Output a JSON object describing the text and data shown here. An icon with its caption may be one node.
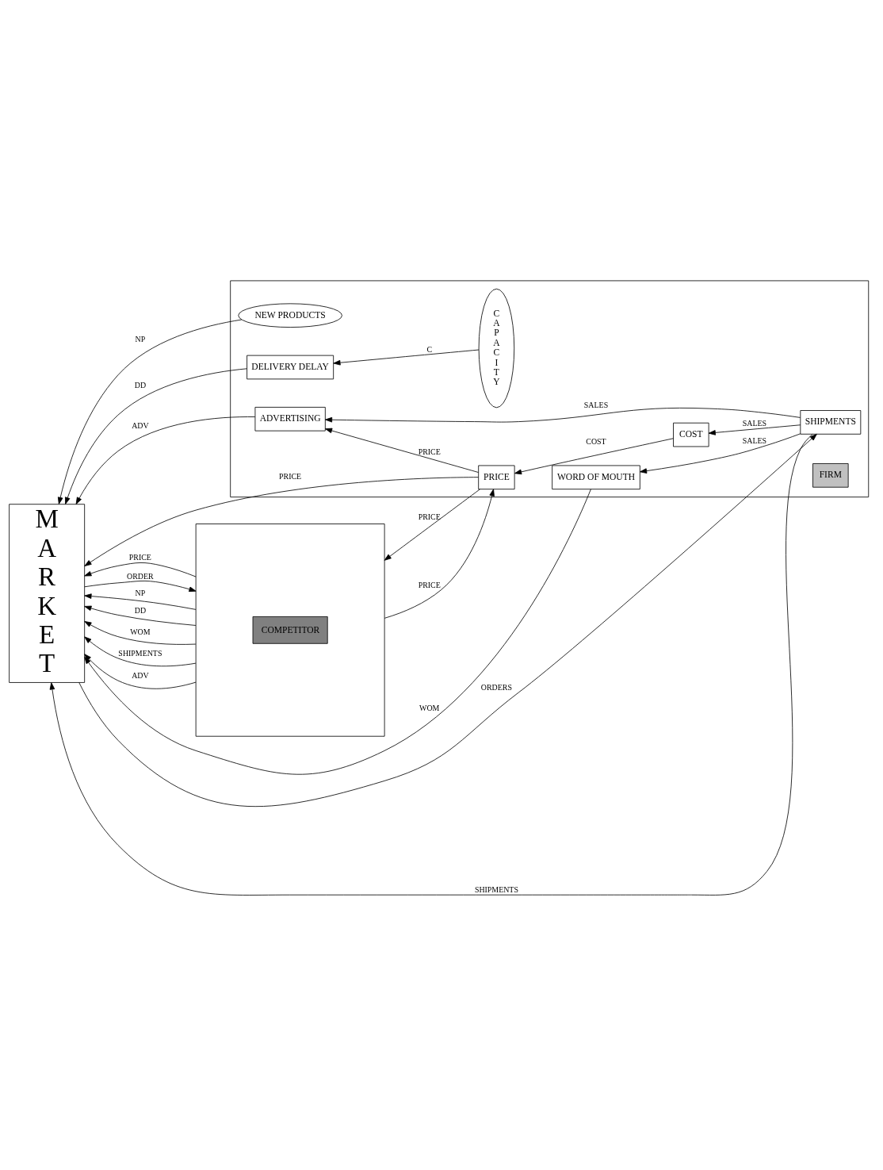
{
  "diagram": {
    "nodes": [
      {
        "text": [
          "M A R K E T"
        ]
      },
      {
        "text": [],
        "shape": "box"
      },
      {
        "text": [
          "NEW PRODUCTS"
        ],
        "in": 1
      },
      {
        "text": [
          "DELIVERY DELAY"
        ],
        "in": 1
      },
      {
        "text": [
          "C A P A C I T Y"
        ],
        "in": 1
      },
      {
        "text": [
          "WORD OF MOUTH"
        ],
        "in": 1
      },
      {
        "text": [
          "SHIPMENTS"
        ],
        "in": 1
      },
      {
        "text": [
          "ADVERTISING"
        ],
        "in": 1
      },
      {
        "text": [
          "PRICE"
        ],
        "in": 1
      },
      {
        "text": [
          "COST"
        ],
        "in": 1
      },
      {
        "text": [
          "FIRM"
        ],
        "in": 1
      },
      {
        "text": [
          "COMPETITOR"
        ]
      }
    ],
    "edges": [
      {
        "from": 2,
        "to": 0,
        "arrow": "to",
        "label": "NP"
      },
      {
        "from": 3,
        "to": 0,
        "arrow": "to",
        "label": "DD"
      },
      {
        "from": 4,
        "to": 3,
        "arrow": "to",
        "label": "C"
      },
      {
        "from": 5,
        "to": 0,
        "arrow": "to",
        "label": "WOM"
      },
      {
        "from": 6,
        "to": 5,
        "arrow": "to",
        "label": "SALES"
      },
      {
        "from": 6,
        "to": 0,
        "arrow": "to",
        "label": "SHIPMENTS"
      },
      {
        "from": 0,
        "to": 6,
        "arrow": "to",
        "label": "ORDERS"
      },
      {
        "from": 6,
        "to": 7,
        "arrow": "to",
        "label": "SALES"
      },
      {
        "from": 6,
        "to": 9,
        "arrow": "to",
        "label": "SALES"
      },
      {
        "from": 7,
        "to": 0,
        "arrow": "to",
        "label": "ADV"
      },
      {
        "from": 8,
        "to": 7,
        "arrow": "to",
        "label": "PRICE"
      },
      {
        "from": 8,
        "to": 0,
        "arrow": "to",
        "label": "PRICE"
      },
      {
        "from": 9,
        "to": 8,
        "arrow": "to",
        "label": "COST"
      },
      {
        "from": 11,
        "to": 8,
        "arrow": "to",
        "label": "PRICE"
      },
      {
        "from": 8,
        "to": 11,
        "arrow": "to",
        "label": "PRICE"
      },
      {
        "from": 11,
        "to": 0,
        "arrow": "to",
        "label": "NP"
      },
      {
        "from": 11,
        "to": 0,
        "arrow": "to",
        "label": "DD"
      },
      {
        "from": 11,
        "to": 0,
        "arrow": "to",
        "label": "WOM"
      },
      {
        "from": 11,
        "to": 0,
        "arrow": "to",
        "label": "SHIPMENTS"
      },
      {
        "from": 0,
        "to": 11,
        "arrow": "to",
        "label": "ORDER"
      },
      {
        "from": 11,
        "to": 0,
        "arrow": "to",
        "label": "ADV"
      },
      {
        "from": 11,
        "to": 0,
        "arrow": "to",
        "label": "PRICE"
      }
    ]
  }
}
